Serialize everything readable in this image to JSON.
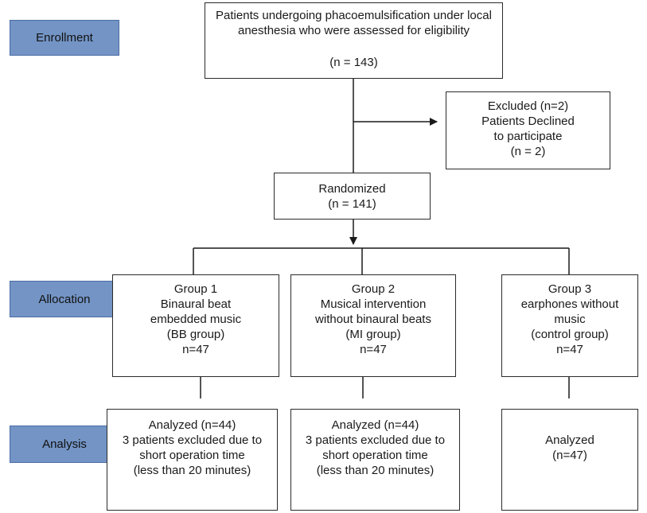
{
  "stages": {
    "enrollment": "Enrollment",
    "allocation": "Allocation",
    "analysis": "Analysis"
  },
  "enrollment_box": {
    "line1": "Patients undergoing phacoemulsification under local",
    "line2": "anesthesia who were assessed for eligibility",
    "count": "(n = 143)"
  },
  "excluded_box": {
    "line1": "Excluded (n=2)",
    "line2": "Patients Declined",
    "line3": "to participate",
    "count": "(n = 2)"
  },
  "randomized_box": {
    "line1": "Randomized",
    "count": "(n = 141)"
  },
  "groups": [
    {
      "title": "Group 1",
      "line1": "Binaural beat",
      "line2": "embedded music",
      "line3": "(BB group)",
      "n": "n=47"
    },
    {
      "title": "Group 2",
      "line1": "Musical intervention",
      "line2": "without binaural beats",
      "line3": "(MI group)",
      "n": "n=47"
    },
    {
      "title": "Group 3",
      "line1": "earphones without",
      "line2": "music",
      "line3": "(control group)",
      "n": "n=47"
    }
  ],
  "analysis": [
    {
      "line1": "Analyzed (n=44)",
      "line2": "3 patients excluded due to",
      "line3": "short operation time",
      "line4": "(less than 20 minutes)"
    },
    {
      "line1": "Analyzed (n=44)",
      "line2": "3 patients excluded due to",
      "line3": "short operation time",
      "line4": "(less than 20 minutes)"
    },
    {
      "line1": "Analyzed",
      "line2": "(n=47)"
    }
  ]
}
